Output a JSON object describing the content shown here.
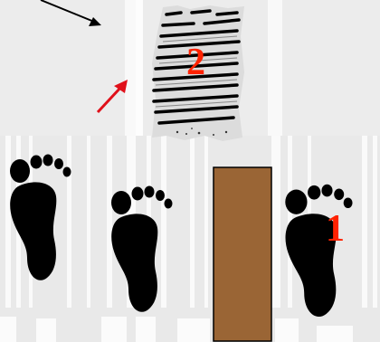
{
  "scene": {
    "labels": {
      "note_label": "2",
      "footprint_label": "1"
    },
    "colors": {
      "background": "#ececec",
      "column": "#f8f8f8",
      "footprint": "#000000",
      "block": "#9a6535",
      "number": "#ff2200",
      "red_arrow": "#e0101a",
      "black_arrow": "#000000"
    },
    "icons": [
      "arrow-icon",
      "footprint-icon",
      "torn-paper-icon",
      "wooden-block"
    ]
  }
}
